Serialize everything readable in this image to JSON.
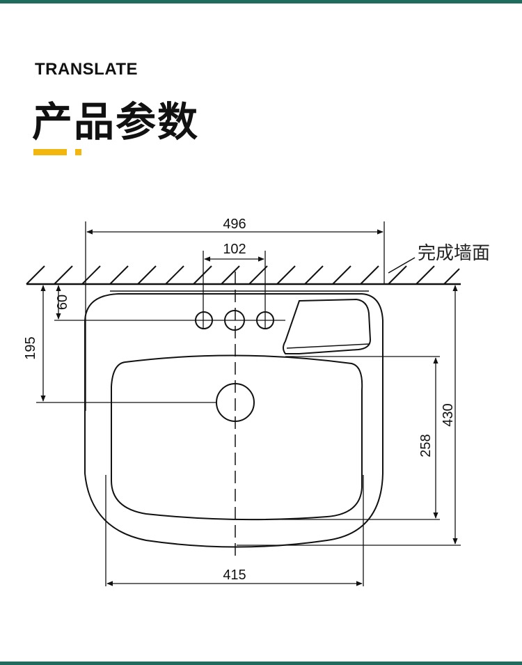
{
  "header": {
    "eyebrow": "TRANSLATE",
    "title": "产品参数"
  },
  "colors": {
    "accent": "#f2b70f",
    "frame": "#1f6b5e",
    "line": "#111111"
  },
  "diagram": {
    "wall_label": "完成墙面",
    "dimensions": {
      "overall_width": "496",
      "faucet_spacing": "102",
      "faucet_from_wall": "60",
      "drain_from_wall": "195",
      "overall_depth": "430",
      "bowl_depth": "258",
      "bowl_width": "415"
    }
  }
}
